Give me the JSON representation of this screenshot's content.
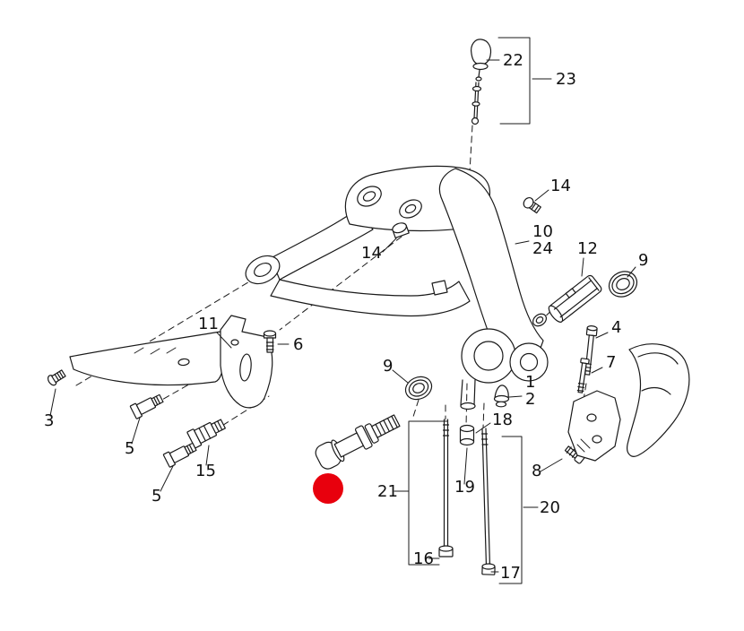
{
  "diagram": {
    "kind": "exploded-parts-diagram",
    "background_color": "#ffffff",
    "line_color": "#1a1a1a",
    "label_color": "#111111",
    "highlight_color": "#e8000d",
    "labels": {
      "p22": "22",
      "p23": "23",
      "p14r": "14",
      "p10": "10",
      "p24": "24",
      "p12": "12",
      "p9r": "9",
      "p14l": "14",
      "p11": "11",
      "p6": "6",
      "p3": "3",
      "p5a": "5",
      "p15": "15",
      "p5b": "5",
      "p9c": "9",
      "p4": "4",
      "p7": "7",
      "p1": "1",
      "p2": "2",
      "p18": "18",
      "p8": "8",
      "p21": "21",
      "p19": "19",
      "p20": "20",
      "p16": "16",
      "p17": "17"
    }
  }
}
